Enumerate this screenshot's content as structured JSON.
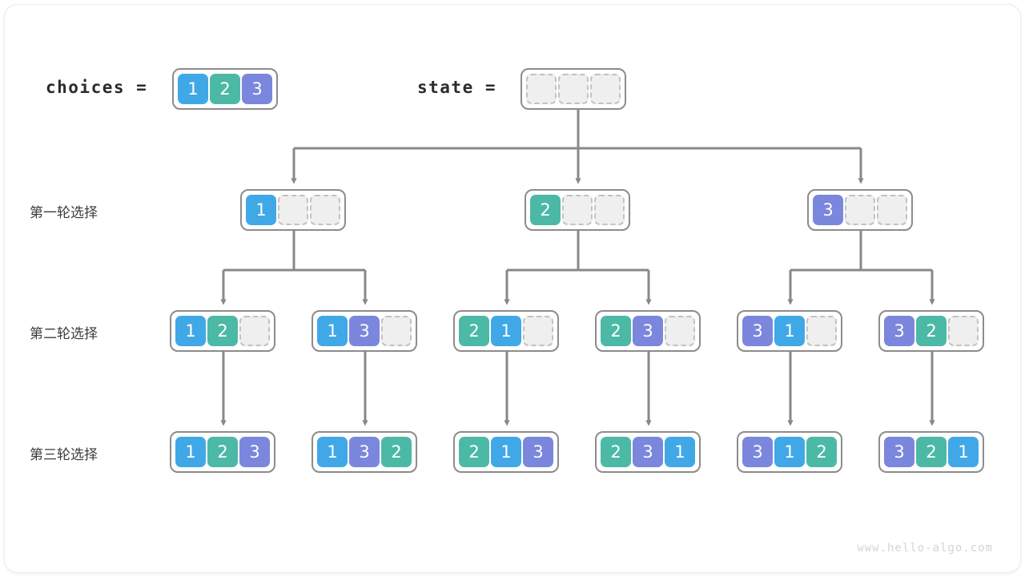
{
  "header": {
    "choices_label": "choices =",
    "choices_values": [
      1,
      2,
      3
    ],
    "state_label": "state =",
    "state_values": [
      null,
      null,
      null
    ]
  },
  "rows": [
    {
      "label": "第一轮选择",
      "nodes": [
        {
          "values": [
            1,
            null,
            null
          ]
        },
        {
          "values": [
            2,
            null,
            null
          ]
        },
        {
          "values": [
            3,
            null,
            null
          ]
        }
      ]
    },
    {
      "label": "第二轮选择",
      "nodes": [
        {
          "values": [
            1,
            2,
            null
          ]
        },
        {
          "values": [
            1,
            3,
            null
          ]
        },
        {
          "values": [
            2,
            1,
            null
          ]
        },
        {
          "values": [
            2,
            3,
            null
          ]
        },
        {
          "values": [
            3,
            1,
            null
          ]
        },
        {
          "values": [
            3,
            2,
            null
          ]
        }
      ]
    },
    {
      "label": "第三轮选择",
      "nodes": [
        {
          "values": [
            1,
            2,
            3
          ]
        },
        {
          "values": [
            1,
            3,
            2
          ]
        },
        {
          "values": [
            2,
            1,
            3
          ]
        },
        {
          "values": [
            2,
            3,
            1
          ]
        },
        {
          "values": [
            3,
            1,
            2
          ]
        },
        {
          "values": [
            3,
            2,
            1
          ]
        }
      ]
    }
  ],
  "colors": {
    "value_1": "#41a8e8",
    "value_2": "#4cb9a6",
    "value_3": "#7b86dd",
    "empty_fill": "#efefef",
    "empty_border": "#c2c2c2",
    "group_border": "#8c8c8c",
    "connector": "#888888",
    "text": "#3c3c3c",
    "watermark": "#d4d4d4"
  },
  "watermark": "www.hello-algo.com"
}
